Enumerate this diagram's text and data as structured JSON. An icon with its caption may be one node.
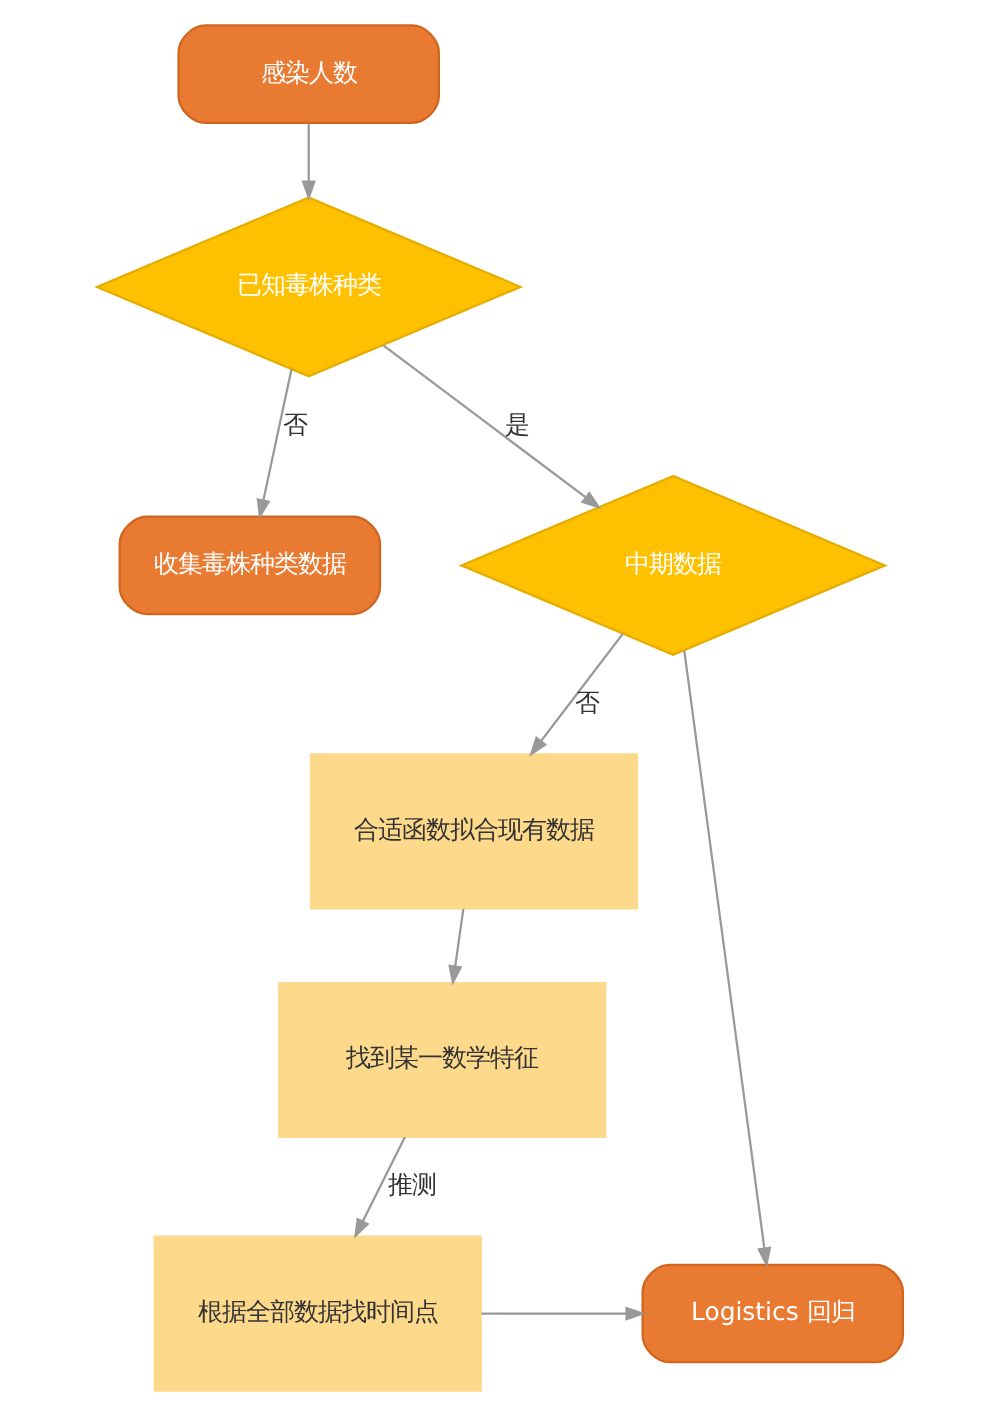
{
  "diagram": {
    "nodes": [
      {
        "text": [
          "感染人数"
        ]
      },
      {
        "text": [
          "已知毒株种类"
        ]
      },
      {
        "text": [
          "收集毒株种类数据"
        ]
      },
      {
        "text": [
          "中期数据"
        ]
      },
      {
        "text": [
          "合适函数拟合现有数据"
        ]
      },
      {
        "text": [
          "找到某一数学特征"
        ]
      },
      {
        "text": [
          "根据全部数据找时间点"
        ]
      },
      {
        "text": [
          "Logistics 回归"
        ]
      }
    ],
    "edges": [
      {
        "from": 0,
        "to": 1,
        "arrow": "to"
      },
      {
        "from": 1,
        "to": 2,
        "arrow": "to",
        "label": "否"
      },
      {
        "from": 1,
        "to": 3,
        "arrow": "to",
        "label": "是"
      },
      {
        "from": 3,
        "to": 4,
        "arrow": "to",
        "label": "否"
      },
      {
        "from": 3,
        "to": 7,
        "arrow": "to"
      },
      {
        "from": 4,
        "to": 5,
        "arrow": "to"
      },
      {
        "from": 5,
        "to": 6,
        "arrow": "to",
        "label": "推测"
      },
      {
        "from": 6,
        "to": 7,
        "arrow": "to"
      }
    ]
  }
}
